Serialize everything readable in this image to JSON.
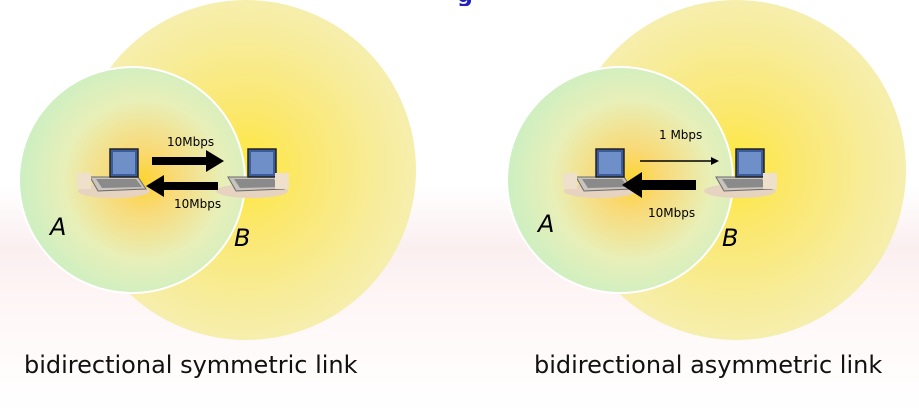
{
  "title_fragment": "g",
  "panels": [
    {
      "node_a": "A",
      "node_b": "B",
      "rate_top": "10Mbps",
      "rate_bottom": "10Mbps",
      "caption": "bidirectional symmetric link"
    },
    {
      "node_a": "A",
      "node_b": "B",
      "rate_top": "1 Mbps",
      "rate_bottom": "10Mbps",
      "caption": "bidirectional asymmetric link"
    }
  ],
  "colors": {
    "title": "#2020c0",
    "range_a": "#c4edc6",
    "range_b": "#f7ec9a",
    "center_glow": "#fcd530",
    "arrow": "#000000"
  },
  "icons": [
    "laptop-icon"
  ]
}
